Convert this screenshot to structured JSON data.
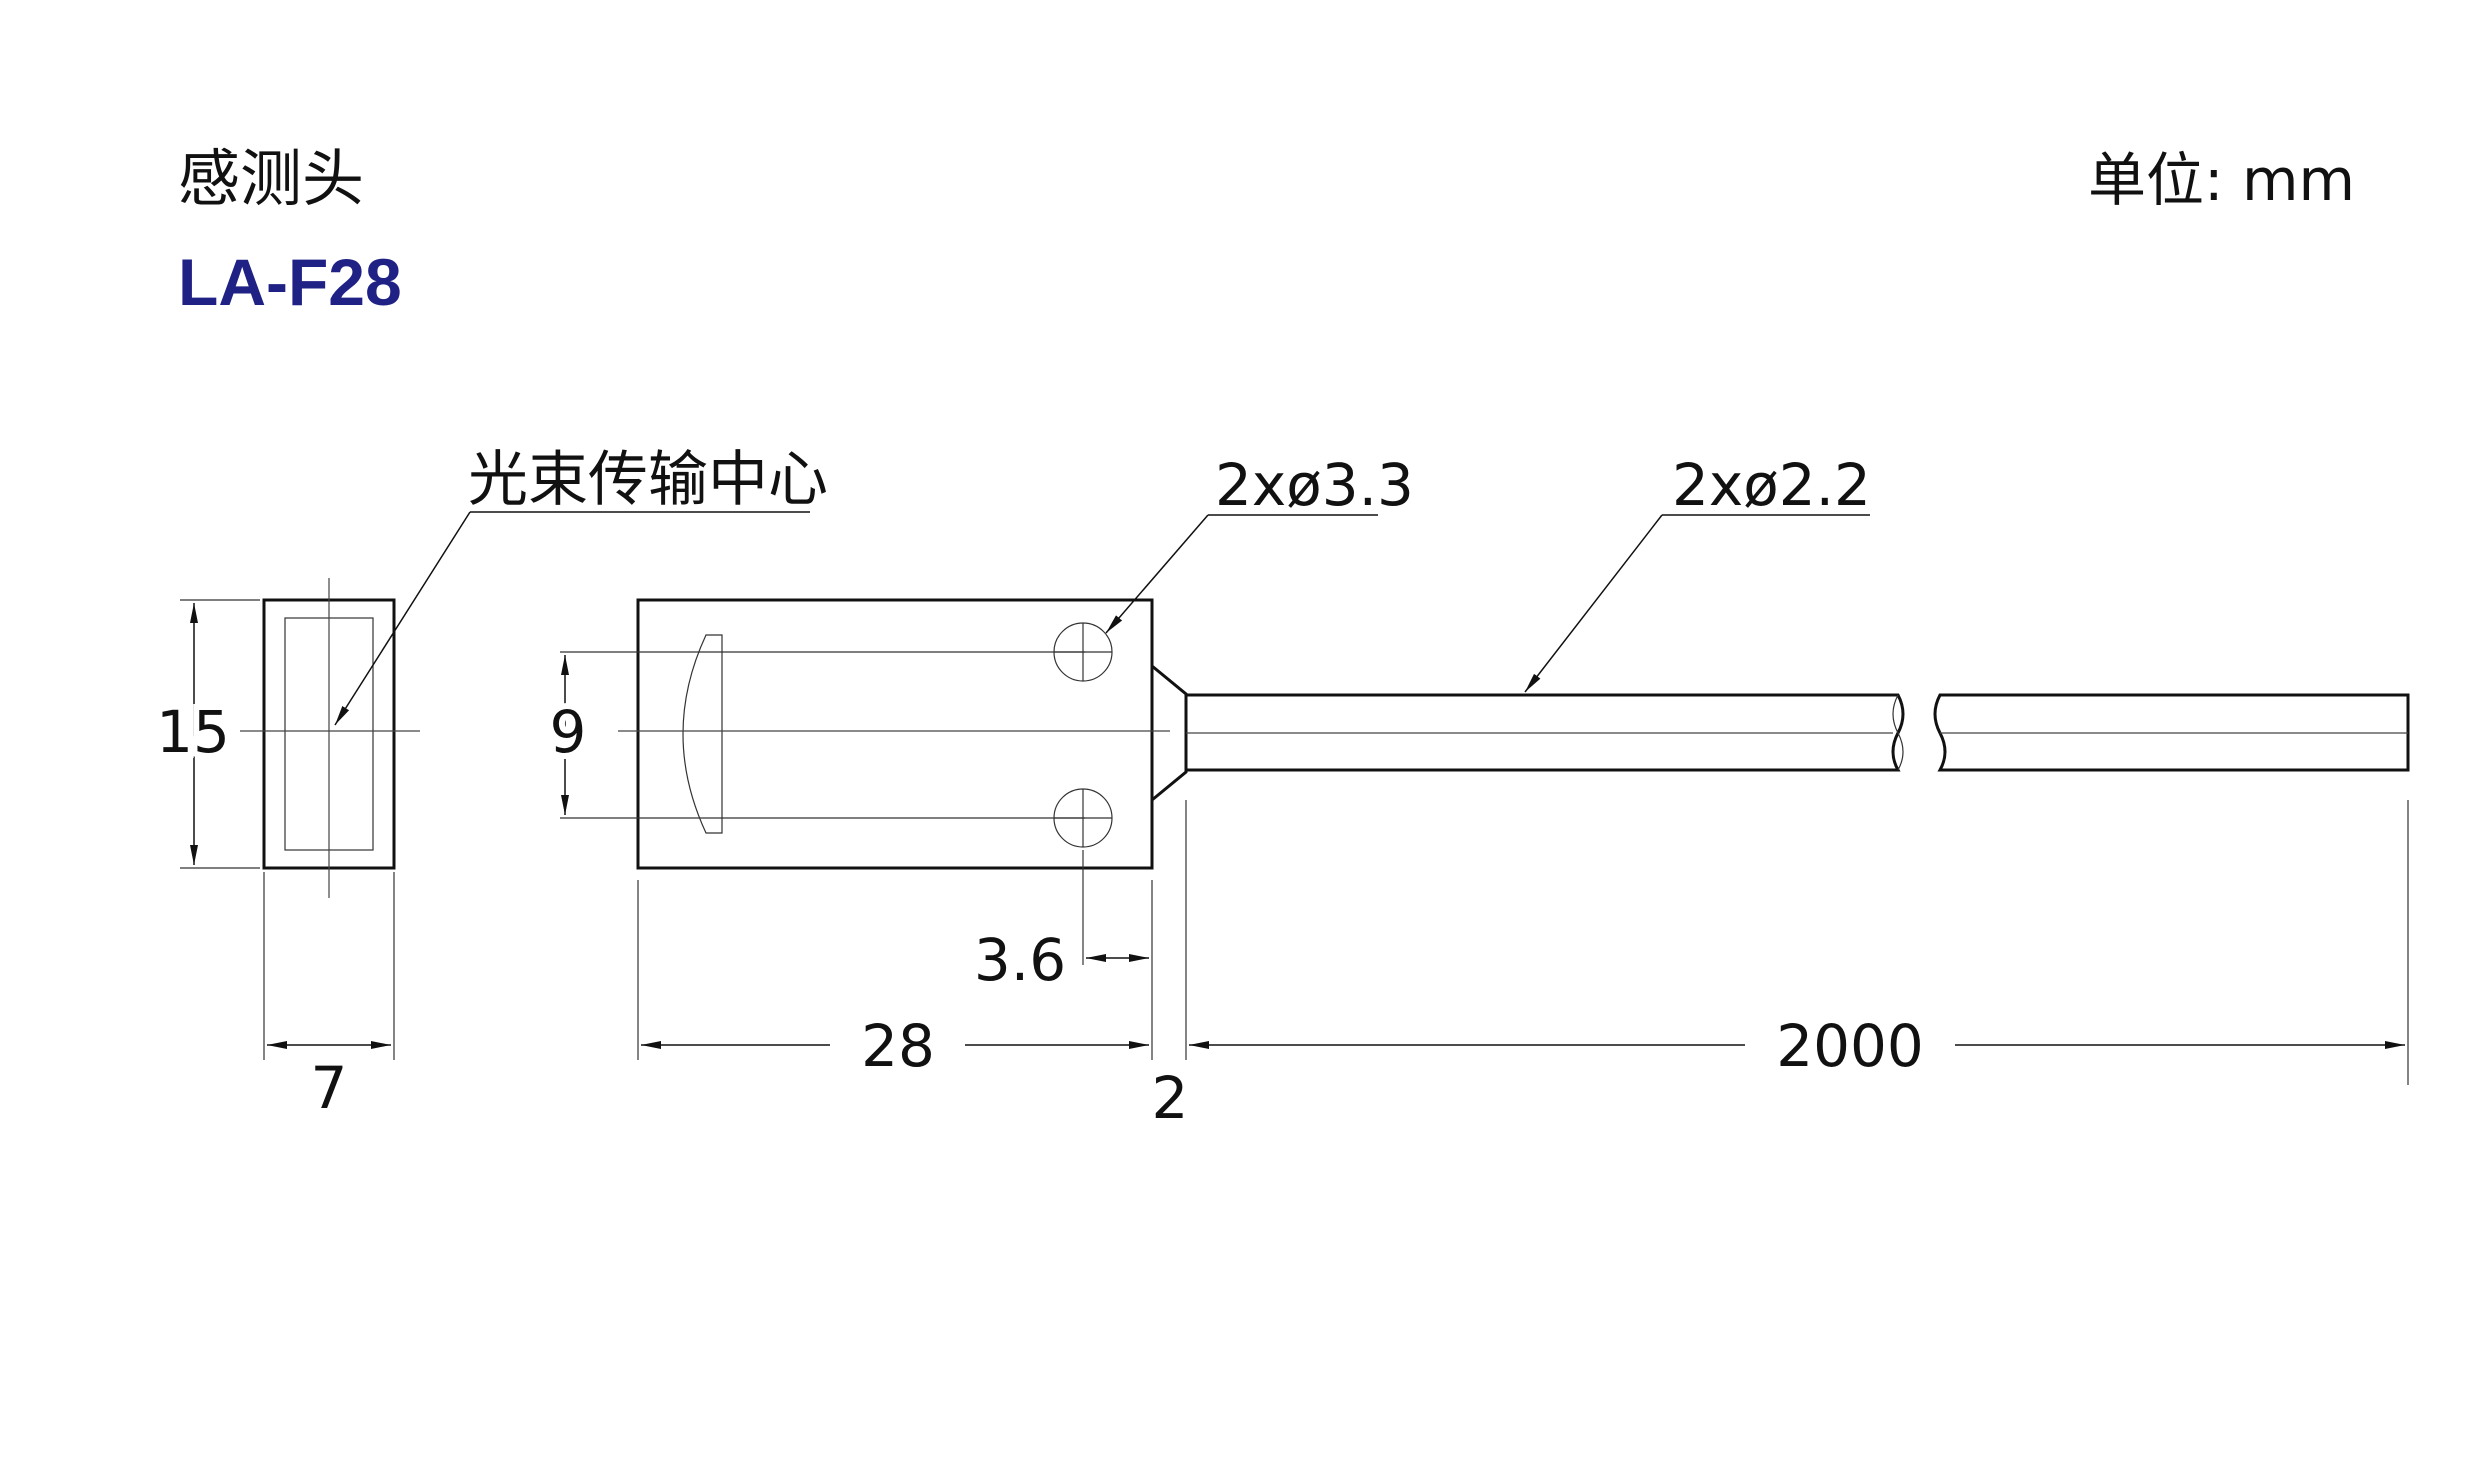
{
  "header": {
    "category": "感测头",
    "model": "LA-F28",
    "unit": "单位: mm"
  },
  "colors": {
    "model": "#1f2185",
    "line": "#111111"
  },
  "callouts": {
    "beam_center": "光束传输中心",
    "mount_holes": "2xø3.3",
    "fiber": "2xø2.2"
  },
  "dimensions": {
    "height": "15",
    "width": "7",
    "hole_pitch": "9",
    "hole_offset": "3.6",
    "body_length": "28",
    "taper": "2",
    "fiber_length": "2000"
  }
}
